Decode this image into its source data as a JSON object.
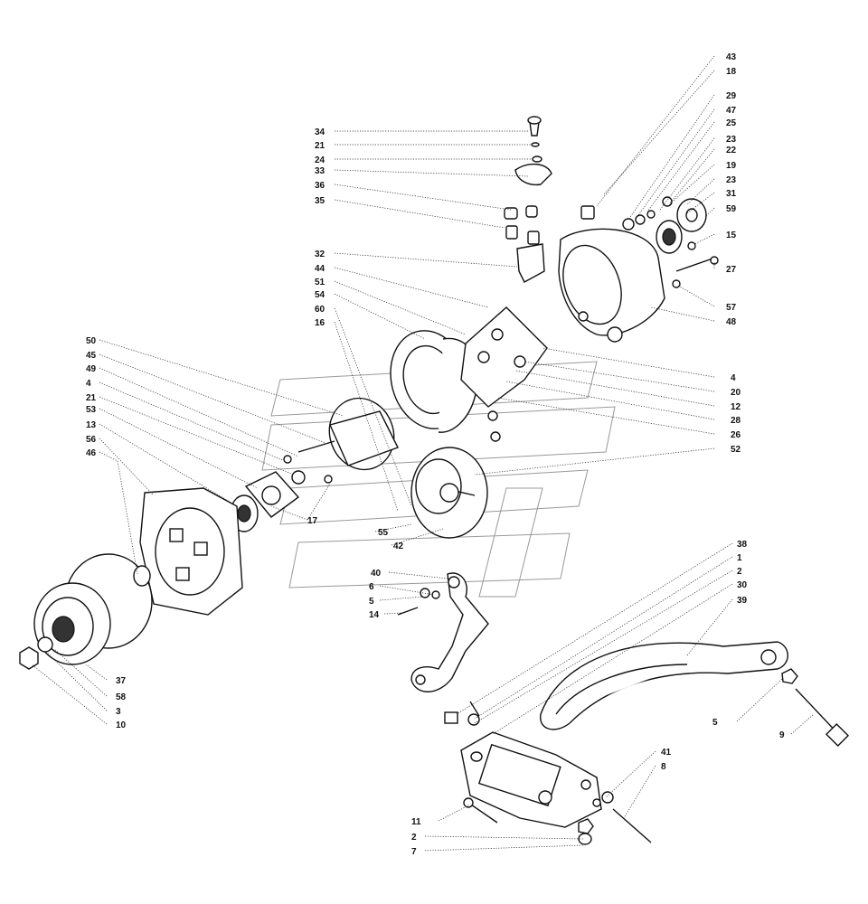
{
  "diagram": {
    "type": "exploded-assembly-view",
    "style": "black line drawing on white",
    "callouts_right": [
      "43",
      "18",
      "29",
      "47",
      "25",
      "23",
      "22",
      "19",
      "23",
      "31",
      "59",
      "15",
      "27",
      "57",
      "48",
      "4",
      "20",
      "12",
      "28",
      "26",
      "52"
    ],
    "callouts_top_left": [
      "34",
      "21",
      "24",
      "33",
      "36",
      "35",
      "32",
      "44",
      "51",
      "54",
      "60",
      "16"
    ],
    "callouts_left": [
      "50",
      "45",
      "49",
      "4",
      "21",
      "53",
      "13",
      "56",
      "46"
    ],
    "callouts_pulley": [
      "37",
      "58",
      "3",
      "10"
    ],
    "callouts_center": [
      "17",
      "55",
      "42",
      "40",
      "6",
      "5",
      "14"
    ],
    "callouts_bracket": [
      "38",
      "1",
      "2",
      "30",
      "39",
      "5",
      "9",
      "41",
      "8",
      "11",
      "2",
      "7"
    ]
  }
}
